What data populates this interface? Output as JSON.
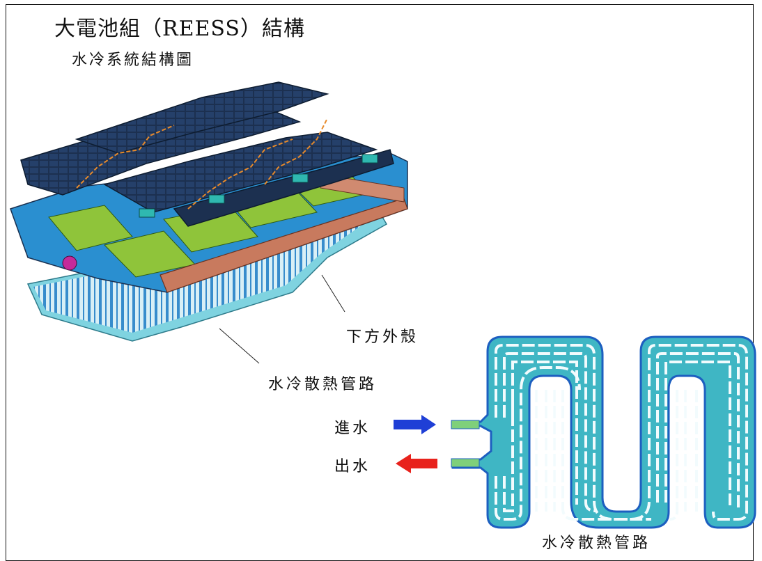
{
  "title": "大電池組（REESS）結構",
  "subtitle": "水冷系統結構圖",
  "labels": {
    "lower_case": "下方外殼",
    "cooling_pipe_left": "水冷散熱管路",
    "water_in": "進水",
    "water_out": "出水",
    "cooling_pipe_right": "水冷散熱管路"
  },
  "colors": {
    "arrow_in": "#1f3fd6",
    "arrow_out": "#e8221c",
    "pipe_cyan": "#3fb6c4",
    "pipe_blue": "#1d5fc0",
    "module_dark": "#1c3050",
    "cell_green": "#8fc43a",
    "tray_copper": "#c87a5e"
  }
}
